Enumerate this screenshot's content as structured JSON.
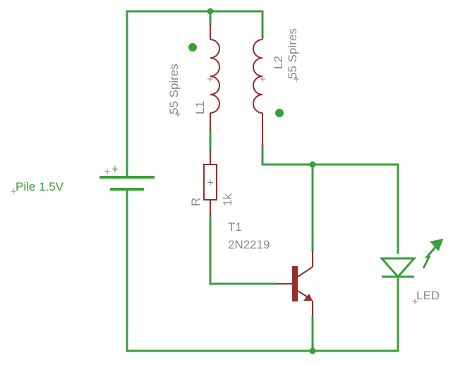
{
  "components": {
    "battery": {
      "label": "Pile 1.5V",
      "polarity": "+"
    },
    "l1": {
      "name": "L1",
      "value": "55 Spires"
    },
    "l2": {
      "name": "L2",
      "value": "55 Spires"
    },
    "resistor": {
      "name": "R",
      "value": "1k",
      "symbol": "+"
    },
    "transistor": {
      "name": "T1",
      "value": "2N2219"
    },
    "led": {
      "label": "LED"
    }
  },
  "colors": {
    "wire": "#3a9e3a",
    "component": "#9a2b2b",
    "label_text": "#8a8a8a"
  }
}
